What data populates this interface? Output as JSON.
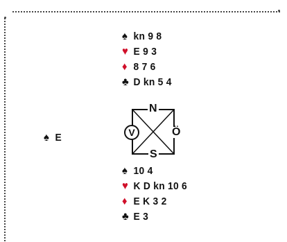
{
  "north": {
    "spades": "kn 9 8",
    "hearts": "E 9 3",
    "diamonds": "8 7 6",
    "clubs": "D kn 5 4"
  },
  "west": {
    "spades": "E"
  },
  "south": {
    "spades": "10 4",
    "hearts": "K D kn 10 6",
    "diamonds": "E K 3 2",
    "clubs": "E 3"
  },
  "compass": {
    "north": "N",
    "south": "S",
    "east": "Ö",
    "west": "V"
  },
  "suits": {
    "spade": "♠",
    "heart": "♥",
    "diamond": "♦",
    "club": "♣"
  },
  "colors": {
    "black_suit": "#111111",
    "red_suit": "#d0102a"
  }
}
